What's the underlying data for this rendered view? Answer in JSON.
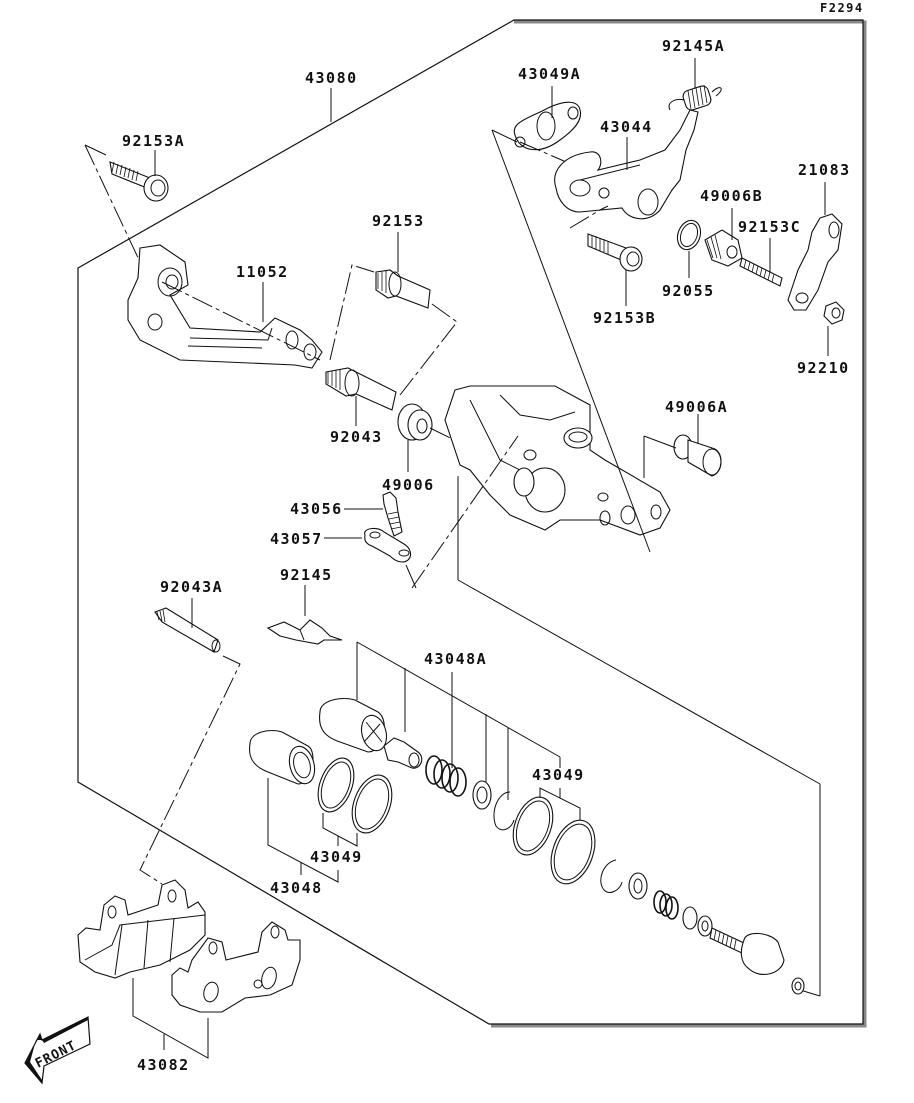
{
  "figure_id": "F2294",
  "front_indicator": "FRONT",
  "parts": {
    "assembly_caliper": "43080",
    "bolt_92153A": "92153A",
    "bracket": "11052",
    "bolt_92153": "92153",
    "pin_92043": "92043",
    "boot_49006": "49006",
    "bleeder_valve": "43056",
    "bleeder_cap": "43057",
    "pin_92043A": "92043A",
    "spring_92145": "92145",
    "gasket_43049A": "43049A",
    "spring_92145A": "92145A",
    "lever_43044": "43044",
    "bolt_92153B": "92153B",
    "seal_92055": "92055",
    "boot_49006B": "49006B",
    "bolt_92153C": "92153C",
    "lever_21083": "21083",
    "nut_92210": "92210",
    "boot_49006A": "49006A",
    "piston_set_43048A": "43048A",
    "seal_set_right_43049": "43049",
    "seal_set_left_43049": "43049",
    "piston_set_43048": "43048",
    "brake_pads_43082": "43082"
  }
}
